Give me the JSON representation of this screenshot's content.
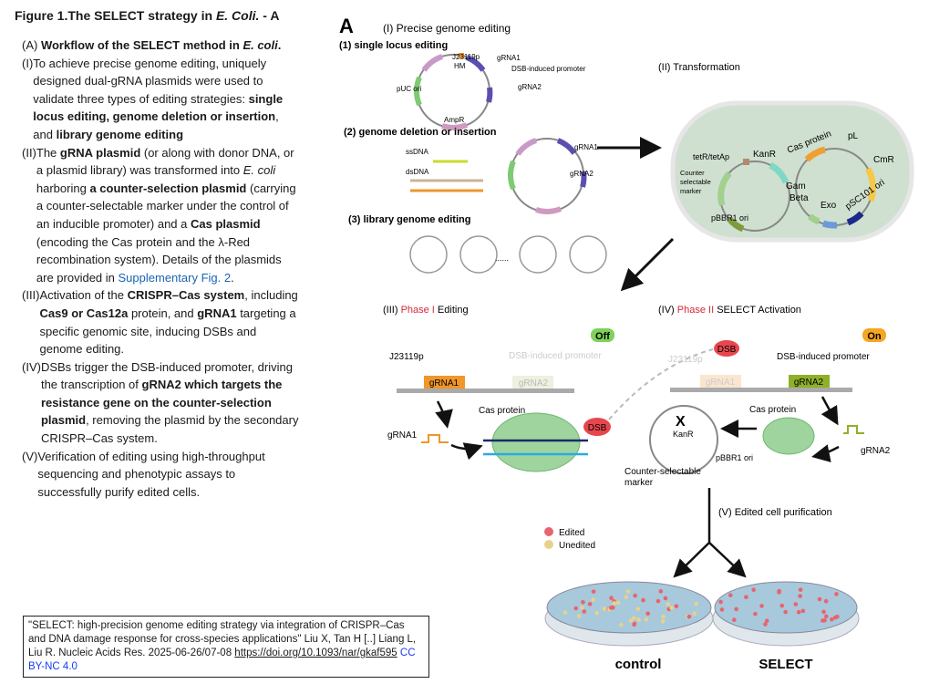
{
  "figure_title": {
    "prefix": "Figure 1.The SELECT strategy in ",
    "italic": "E. Coli.",
    "suffix": " - A"
  },
  "caption": {
    "head_label": "(A)",
    "head_bold": " Workflow of the SELECT method in ",
    "head_italic": "E. coli",
    "items": [
      {
        "num": "(I)",
        "parts": [
          {
            "t": "To achieve precise genome editing, uniquely designed dual-gRNA plasmids were used to validate three types of editing strategies: "
          },
          {
            "t": "single locus editing, genome deletion or insertion",
            "b": true
          },
          {
            "t": ", and "
          },
          {
            "t": "library genome editing",
            "b": true
          }
        ]
      },
      {
        "num": "(II)",
        "parts": [
          {
            "t": " The "
          },
          {
            "t": "gRNA plasmid",
            "b": true
          },
          {
            "t": " (or along with donor DNA, or a plasmid library) was transformed into "
          },
          {
            "t": "E. coli",
            "i": true
          },
          {
            "t": " harboring "
          },
          {
            "t": "a counter-selection plasmid",
            "b": true
          },
          {
            "t": " (carrying a counter-selectable marker under the control of an inducible promoter) and a "
          },
          {
            "t": "Cas plasmid",
            "b": true
          },
          {
            "t": " (encoding the Cas protein and the λ-Red recombination system). Details of the plasmids are provided in "
          },
          {
            "t": "Supplementary Fig. 2",
            "link": true
          },
          {
            "t": "."
          }
        ]
      },
      {
        "num": "(III)",
        "parts": [
          {
            "t": " Activation of the "
          },
          {
            "t": "CRISPR–Cas system",
            "b": true
          },
          {
            "t": ", including "
          },
          {
            "t": "Cas9 or Cas12a",
            "b": true
          },
          {
            "t": " protein, and "
          },
          {
            "t": "gRNA1",
            "b": true
          },
          {
            "t": " targeting a specific genomic site, inducing DSBs and genome editing."
          }
        ]
      },
      {
        "num": "(IV)",
        "parts": [
          {
            "t": " DSBs trigger the DSB-induced promoter, driving the transcription of "
          },
          {
            "t": "gRNA2 which targets the resistance gene on the counter-selection plasmid",
            "b": true
          },
          {
            "t": ", removing the plasmid by the secondary CRISPR–Cas system."
          }
        ]
      },
      {
        "num": "(V)",
        "parts": [
          {
            "t": "Verification of editing using high-throughput sequencing and phenotypic assays to successfully purify edited cells."
          }
        ]
      }
    ]
  },
  "citation": {
    "text": "\"SELECT: high-precision genome editing strategy via integration of CRISPR–Cas and DNA damage response for cross-species applications\" Liu X, Tan H [..] Liang L, Liu R. Nucleic Acids Res. 2025-06-26/07-08 ",
    "doi": "https://doi.org/10.1093/nar/gkaf595",
    "license": "CC BY-NC 4.0"
  },
  "diagram": {
    "panel_letter": "A",
    "s1_title": "(I) Precise genome editing",
    "s1_single": "(1) single locus editing",
    "s1_deletion": "(2) genome deletion or insertion",
    "s1_library": "(3) library genome editing",
    "lbl_j23119p": "J23119p",
    "lbl_hm": "HM",
    "lbl_grna1": "gRNA1",
    "lbl_grna2": "gRNA2",
    "lbl_dsb_promoter": "DSB-induced promoter",
    "lbl_puc": "pUC ori",
    "lbl_ampr": "AmpR",
    "lbl_ssdna": "ssDNA",
    "lbl_dsdna": "dsDNA",
    "lbl_dots": "......",
    "s2_title": "(II) Transformation",
    "lbl_tetr": "tetR/tetAp",
    "lbl_kanr": "KanR",
    "lbl_counter": [
      "Counter",
      "selectable",
      "marker"
    ],
    "lbl_pbbr1": "pBBR1 ori",
    "lbl_cas_protein": "Cas protein",
    "lbl_pl": "pL",
    "lbl_cmr": "CmR",
    "lbl_gam": "Gam",
    "lbl_beta": "Beta",
    "lbl_exo": "Exo",
    "lbl_psc101": "pSC101 ori",
    "s3_prefix": "(III) ",
    "s3_phase": "Phase I",
    "s3_suffix": " Editing",
    "s4_prefix": "(IV) ",
    "s4_phase": "Phase II",
    "s4_suffix": " SELECT Activation",
    "badge_off": "Off",
    "badge_on": "On",
    "lbl_dsb": "DSB",
    "lbl_counter_selectable": [
      "Counter-selectable",
      "marker"
    ],
    "s5_title": "(V) Edited cell purification",
    "legend_edited": "Edited",
    "legend_unedited": "Unedited",
    "dish_control": "control",
    "dish_select": "SELECT",
    "colors": {
      "phase": "#d42a3a",
      "edited": "#e8646e",
      "unedited": "#e6d38a",
      "cell": "#cfe0d0",
      "off": "#7ed25a",
      "on": "#f5a623",
      "grna1": "#f0962a",
      "grna2": "#8fb02a"
    }
  }
}
